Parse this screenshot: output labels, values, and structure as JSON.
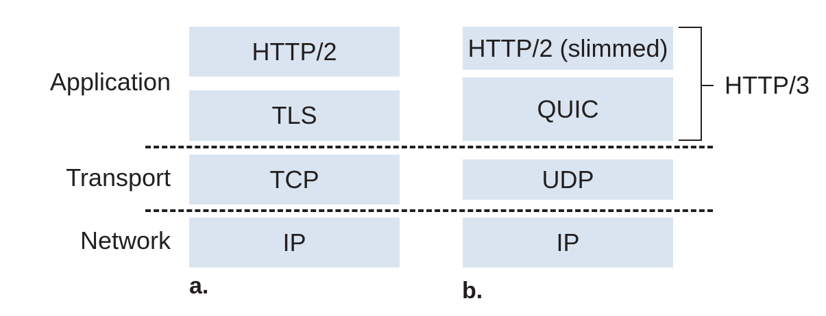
{
  "layers": {
    "application": "Application",
    "transport": "Transport",
    "network": "Network"
  },
  "stack_a": {
    "label": "a.",
    "boxes": [
      "HTTP/2",
      "TLS",
      "TCP",
      "IP"
    ]
  },
  "stack_b": {
    "label": "b.",
    "boxes": [
      "HTTP/2 (slimmed)",
      "QUIC",
      "UDP",
      "IP"
    ]
  },
  "bracket_label": "HTTP/3",
  "colors": {
    "box_fill": "#d9e4f0",
    "text": "#231f20"
  }
}
